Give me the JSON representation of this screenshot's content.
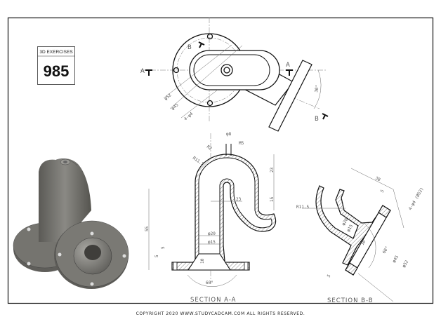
{
  "badge": {
    "label": "3D EXERCISES",
    "number": "985"
  },
  "top_view": {
    "section_markers": [
      "A",
      "A",
      "B",
      "B"
    ],
    "dims": {
      "d52": "φ52",
      "d45": "φ45",
      "holes": "4-φ4",
      "angle": "30°"
    }
  },
  "section_aa": {
    "title": "SECTION A-A",
    "dims": {
      "d8": "φ8",
      "m5": "M5",
      "r2": "R2",
      "r115": "R11.5",
      "v23": "23",
      "v15": "15",
      "h23": "23",
      "h55": "55",
      "d20": "φ20",
      "d15": "φ15",
      "t5a": "5",
      "t5b": "5",
      "t10": "10",
      "a60": "60°"
    }
  },
  "section_bb": {
    "title": "SECTION B-B",
    "dims": {
      "l38": "38",
      "t5a": "5",
      "holes": "4-φ4 (Ø52)",
      "r115": "R11.5",
      "d20": "φ20",
      "d15": "φ15",
      "t10": "10",
      "a60": "60°",
      "d45": "φ45",
      "d52": "φ52",
      "t5b": "5"
    }
  },
  "copyright": "COPYRIGHT 2020 WWW.STUDYCADCAM.COM ALL RIGHTS RESERVED.",
  "colors": {
    "model": "#6e6d68",
    "line": "#111111"
  }
}
